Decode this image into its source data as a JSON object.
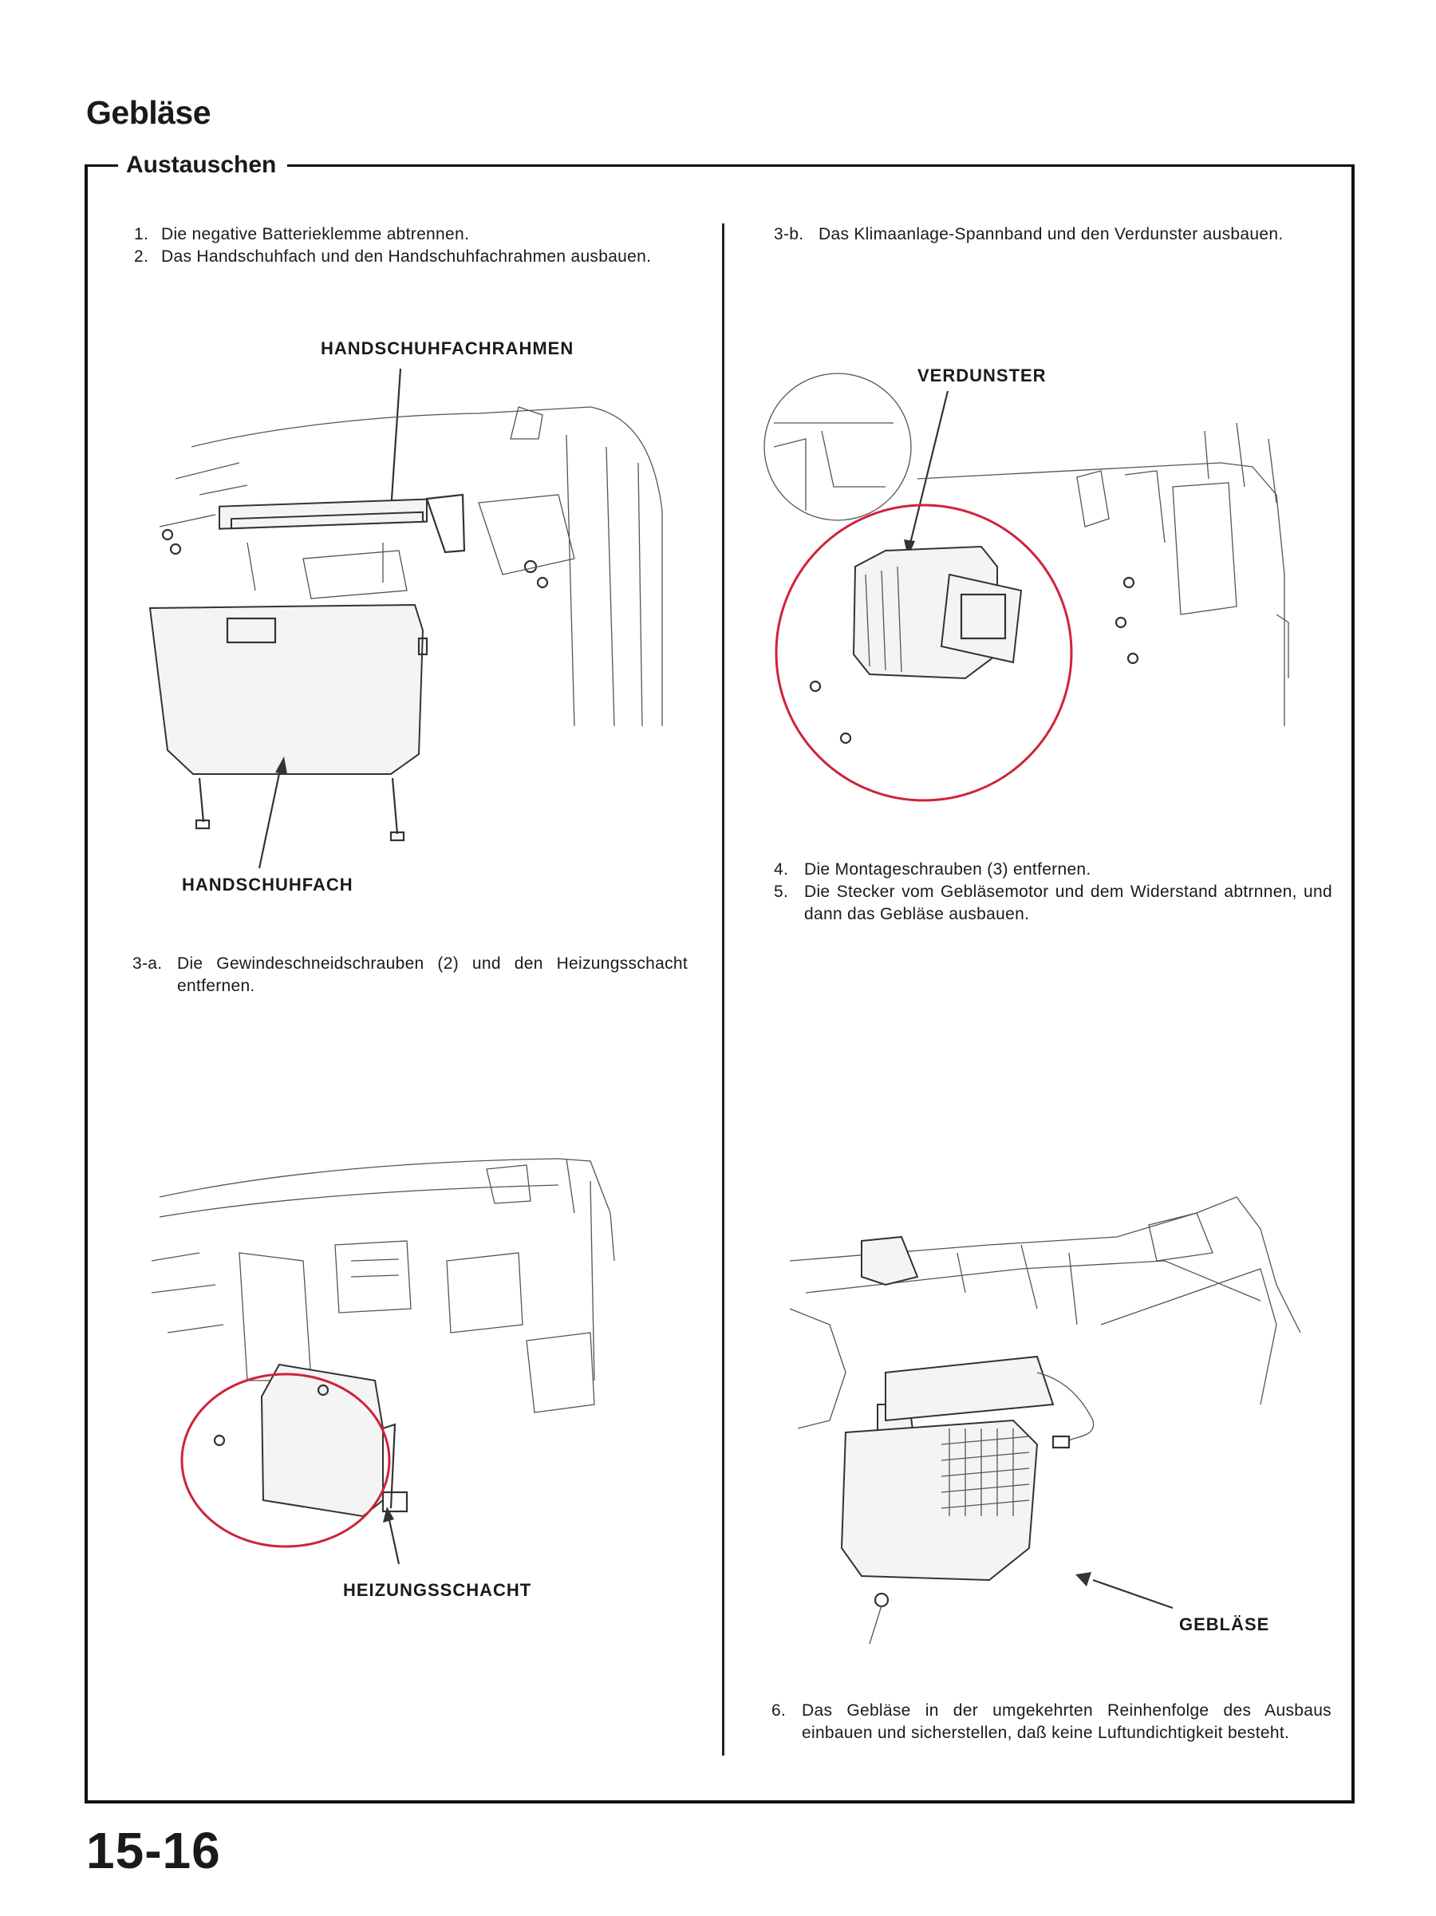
{
  "page": {
    "title": "Gebläse",
    "section": "Austauschen",
    "number": "15-16"
  },
  "left_column": {
    "steps_top": [
      {
        "num": "1.",
        "text": "Die negative Batterieklemme abtrennen."
      },
      {
        "num": "2.",
        "text": "Das Handschuhfach und den Handschuhfachrahmen ausbauen."
      }
    ],
    "figure1": {
      "label_top": "HANDSCHUHFACHRAHMEN",
      "label_bottom": "HANDSCHUHFACH"
    },
    "step_3a": {
      "num": "3-a.",
      "text": "Die Gewindeschneidschrauben (2) und den Heizungsschacht entfernen."
    },
    "figure2": {
      "label": "HEIZUNGSSCHACHT"
    }
  },
  "right_column": {
    "step_3b": {
      "num": "3-b.",
      "text": "Das Klimaanlage-Spannband und den Verdunster ausbauen."
    },
    "figure3": {
      "label": "VERDUNSTER"
    },
    "steps_mid": [
      {
        "num": "4.",
        "text": "Die Montageschrauben (3) entfernen."
      },
      {
        "num": "5.",
        "text": "Die Stecker vom Gebläsemotor und dem Widerstand abtrnnen, und dann das Gebläse ausbauen."
      }
    ],
    "figure4": {
      "label": "GEBLÄSE"
    },
    "step_6": {
      "num": "6.",
      "text": "Das Gebläse in der umgekehrten Reinhenfolge des Ausbaus einbauen und sicherstellen, daß keine Luftundichtigkeit besteht."
    }
  },
  "colors": {
    "highlight_circle": "#d0223a",
    "ink": "#1a1a1a"
  }
}
